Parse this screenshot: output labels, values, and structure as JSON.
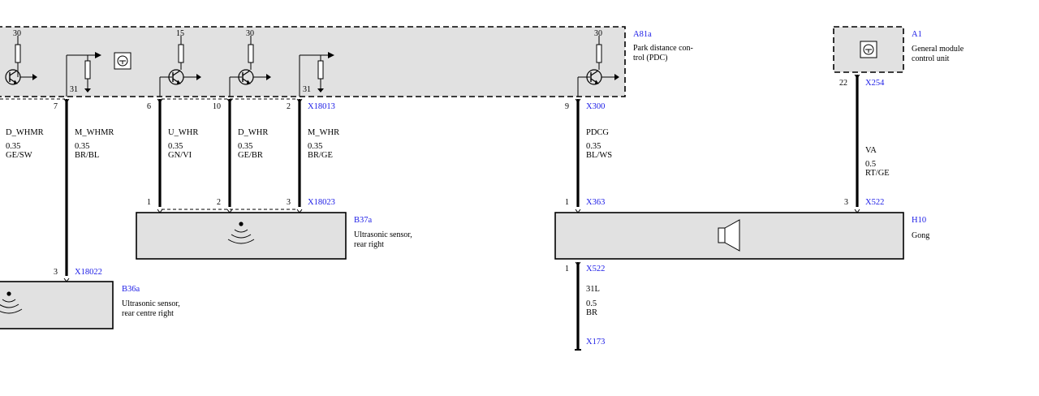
{
  "components": {
    "a81a": {
      "id": "A81a",
      "desc1": "Park distance con-",
      "desc2": "trol (PDC)"
    },
    "a1": {
      "id": "A1",
      "desc1": "General module",
      "desc2": "control unit"
    },
    "b37a": {
      "id": "B37a",
      "desc1": "Ultrasonic sensor,",
      "desc2": "rear right"
    },
    "h10": {
      "id": "H10",
      "desc1": "Gong"
    },
    "b36a": {
      "id": "B36a",
      "desc1": "Ultrasonic sensor,",
      "desc2": "rear centre right"
    }
  },
  "terminals": {
    "t30a": "30",
    "t15": "15",
    "t30b": "30",
    "t30c": "30",
    "t31a": "31",
    "t31b": "31"
  },
  "connectors": {
    "x18013": "X18013",
    "x300": "X300",
    "x254": "X254",
    "x18023": "X18023",
    "x363": "X363",
    "x522a": "X522",
    "x18022": "X18022",
    "x522b": "X522",
    "x173": "X173"
  },
  "pins": {
    "p7": "7",
    "p6": "6",
    "p10": "10",
    "p2": "2",
    "p9": "9",
    "p22": "22",
    "b37_1": "1",
    "b37_2": "2",
    "b37_3": "3",
    "x363_1": "1",
    "x522_3": "3",
    "b36_3": "3",
    "x522b_1": "1"
  },
  "wires": {
    "d_whmr": {
      "name": "D_WHMR",
      "size": "0.35",
      "color": "GE/SW"
    },
    "m_whmr": {
      "name": "M_WHMR",
      "size": "0.35",
      "color": "BR/BL"
    },
    "u_whr": {
      "name": "U_WHR",
      "size": "0.35",
      "color": "GN/VI"
    },
    "d_whr": {
      "name": "D_WHR",
      "size": "0.35",
      "color": "GE/BR"
    },
    "m_whr": {
      "name": "M_WHR",
      "size": "0.35",
      "color": "BR/GE"
    },
    "pdcg": {
      "name": "PDCG",
      "size": "0.35",
      "color": "BL/WS"
    },
    "va": {
      "name": "VA",
      "size": "0.5",
      "color": "RT/GE"
    },
    "l31": {
      "name": "31L",
      "size": "0.5",
      "color": "BR"
    }
  },
  "colors": {
    "box_fill": "#e1e1e1",
    "connector_text": "#1a1ae6"
  }
}
